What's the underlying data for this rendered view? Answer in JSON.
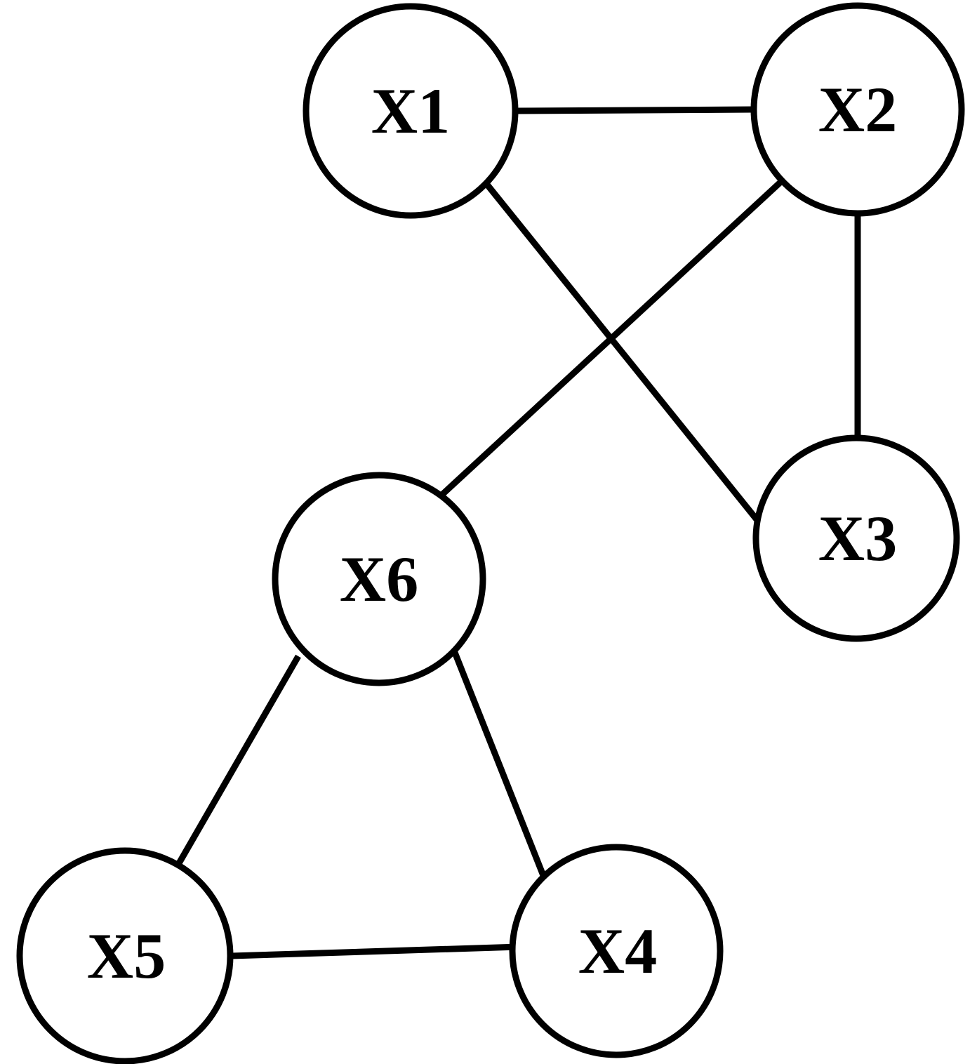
{
  "diagram": {
    "nodes": [
      {
        "id": "X1",
        "label": "X1"
      },
      {
        "id": "X2",
        "label": "X2"
      },
      {
        "id": "X3",
        "label": "X3"
      },
      {
        "id": "X4",
        "label": "X4"
      },
      {
        "id": "X5",
        "label": "X5"
      },
      {
        "id": "X6",
        "label": "X6"
      }
    ],
    "edges": [
      {
        "from": "X1",
        "to": "X2"
      },
      {
        "from": "X1",
        "to": "X3"
      },
      {
        "from": "X2",
        "to": "X3"
      },
      {
        "from": "X2",
        "to": "X6"
      },
      {
        "from": "X6",
        "to": "X5"
      },
      {
        "from": "X6",
        "to": "X4"
      },
      {
        "from": "X5",
        "to": "X4"
      }
    ],
    "colors": {
      "stroke": "#000000",
      "fill": "#ffffff",
      "text": "#000000"
    }
  }
}
